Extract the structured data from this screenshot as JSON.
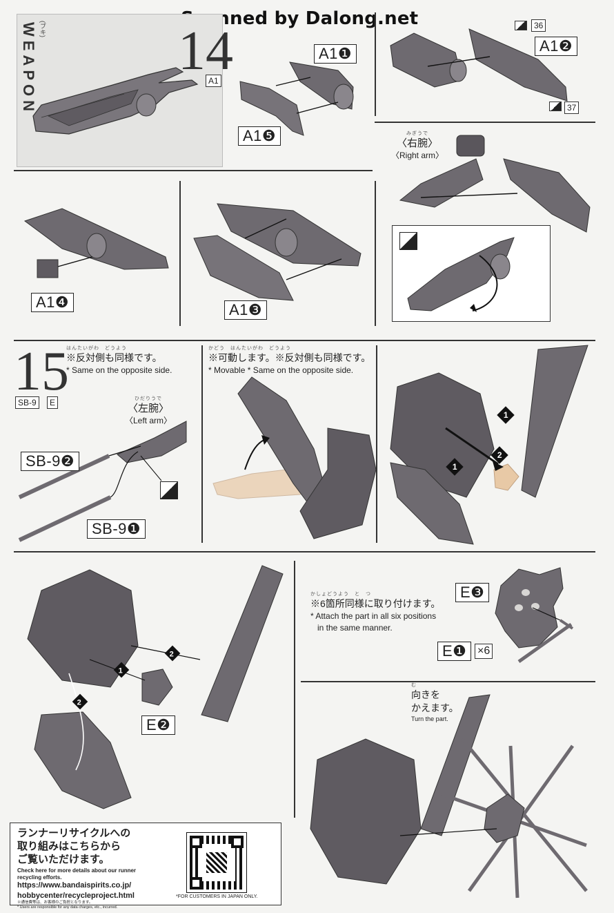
{
  "watermark": "Scanned by Dalong.net",
  "step14": {
    "number": "14",
    "title": "WEAPON",
    "title_ruby": "(ブキ)",
    "runner_badge": "A1",
    "parts": {
      "a1_1": "A1❶",
      "a1_2": "A1❷",
      "a1_3": "A1❸",
      "a1_4": "A1❹",
      "a1_5": "A1❺"
    },
    "sticker_36": "36",
    "sticker_37": "37",
    "right_arm": {
      "ruby": "みぎうで",
      "jp": "〈右腕〉",
      "en": "〈Right arm〉"
    }
  },
  "step15": {
    "number": "15",
    "runners": [
      "SB-9",
      "E"
    ],
    "note_same_side": {
      "ruby": "はんたいがわ　どうよう",
      "jp": "※反対側も同様です。",
      "en": "* Same on the opposite side."
    },
    "note_movable": {
      "ruby": "かどう　はんたいがわ　どうよう",
      "jp": "※可動します。※反対側も同様です。",
      "en": "* Movable * Same on the opposite side."
    },
    "left_arm": {
      "ruby": "ひだりうで",
      "jp": "〈左腕〉",
      "en": "〈Left arm〉"
    },
    "parts": {
      "sb9_1": "SB-9❶",
      "sb9_2": "SB-9❷",
      "e1": "E❶",
      "e1_count": "×6",
      "e2": "E❷",
      "e3": "E❸"
    },
    "note_six": {
      "ruby": "かしょどうよう　と　つ",
      "jp": "※6箇所同様に取り付けます。",
      "en_line1": "* Attach the part in all six positions",
      "en_line2": "in the same manner."
    },
    "turn": {
      "ruby": "む",
      "jp_line1": "向きを",
      "jp_line2": "かえます。",
      "en": "Turn the part."
    },
    "order_marks": [
      "1",
      "2"
    ]
  },
  "recycle": {
    "jp_line1": "ランナーリサイクルへの",
    "jp_line2": "取り組みはこちらから",
    "jp_line3": "ご覧いただけます。",
    "en_line1": "Check here for more details about our runner",
    "en_line2": "recycling efforts.",
    "url_line1": "https://www.bandaispirits.co.jp/",
    "url_line2": "hobbycenter/recycleproject.html",
    "tiny_line1": "※通信費等は、お客様のご負担となります。",
    "tiny_line2": "* Users are responsible for any data charges, etc., incurred.",
    "japan_only": "*FOR CUSTOMERS IN JAPAN ONLY."
  },
  "colors": {
    "part_fill": "#6e6a70",
    "part_dark": "#4d494f",
    "clear_part": "#e8c9a6",
    "background": "#f4f4f2"
  }
}
